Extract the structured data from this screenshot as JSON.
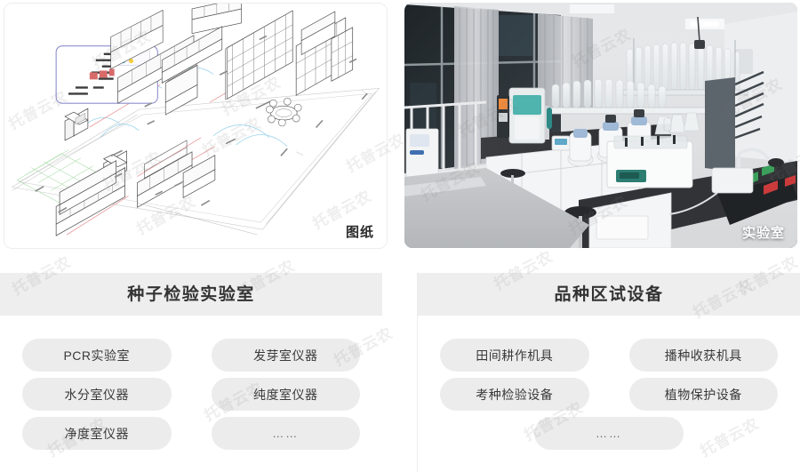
{
  "media": {
    "blueprint": {
      "caption": "图纸",
      "alt_name": "laboratory-isometric-floorplan-drawing"
    },
    "photo": {
      "caption": "实验室",
      "alt_name": "seed-testing-laboratory-photograph"
    }
  },
  "watermark": {
    "text": "托普云农"
  },
  "cards": [
    {
      "title": "种子检验实验室",
      "rows": [
        [
          "PCR实验室",
          "发芽室仪器"
        ],
        [
          "水分室仪器",
          "纯度室仪器"
        ],
        [
          "净度室仪器",
          "……"
        ]
      ]
    },
    {
      "title": "品种区试设备",
      "rows": [
        [
          "田间耕作机具",
          "播种收获机具"
        ],
        [
          "考种检验设备",
          "植物保护设备"
        ],
        [
          "……"
        ]
      ]
    }
  ],
  "colors": {
    "page_background": "#ffffff",
    "card_header_background": "#eeeeee",
    "pill_background": "#ececec",
    "title_text": "#333333",
    "pill_text": "#3a3a3a",
    "divider": "#ededed"
  }
}
